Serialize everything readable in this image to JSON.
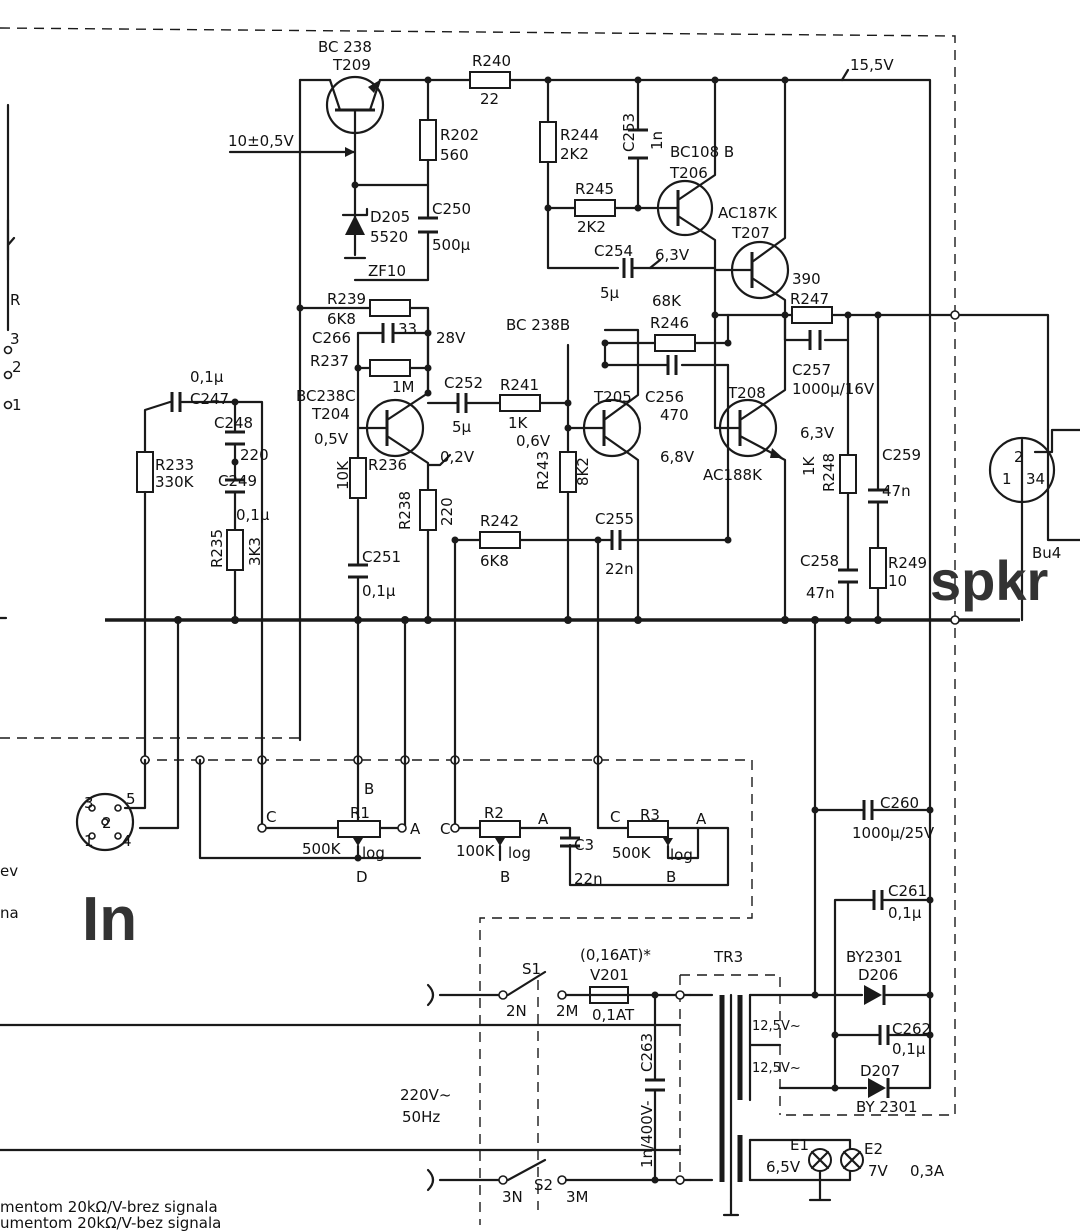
{
  "labels": {
    "t209_type": "BC 238",
    "t209": "T209",
    "r240": "R240",
    "r240_val": "22",
    "v155": "15,5V",
    "v10": "10±0,5V",
    "r202": "R202",
    "r202_val": "560",
    "r244": "R244",
    "r244_val": "2K2",
    "c253": "C253",
    "c253_val": "1n",
    "t206_type": "BC108 B",
    "t206": "T206",
    "d205": "D205",
    "d205_val": "5520",
    "zf10": "ZF10",
    "c250": "C250",
    "c250_val": "500µ",
    "r245": "R245",
    "r245_val": "2K2",
    "t207_type": "AC187K",
    "t207": "T207",
    "c254": "C254",
    "c254_val": "5µ",
    "v63a": "6,3V",
    "r247_val": "390",
    "r247": "R247",
    "r239": "R239",
    "r239_val": "6K8",
    "c266": "C266",
    "c266_val": "33",
    "v28": "28V",
    "t205_type": "BC 238B",
    "r246_val": "68K",
    "r246": "R246",
    "r237": "R237",
    "r237_val": "1M",
    "c257": "C257",
    "c257_val": "1000µ/16V",
    "t204_type": "BC238C",
    "t204": "T204",
    "c252": "C252",
    "c252_val": "5µ",
    "r241": "R241",
    "r241_val": "1K",
    "t205": "T205",
    "c256": "C256",
    "c256_val": "470",
    "t208": "T208",
    "t208_type": "AC188K",
    "v63b": "6,3V",
    "v05": "0,5V",
    "r236_val": "10K",
    "r236": "R236",
    "v02": "0,2V",
    "v06": "0,6V",
    "r243": "R243",
    "r243_val": "8K2",
    "v68": "6,8V",
    "r248_val": "1K",
    "r248": "R248",
    "c259": "C259",
    "c259_val": "47n",
    "c247": "C247",
    "c247_val": "0,1µ",
    "c248": "C248",
    "c248_val": "220",
    "r233": "R233",
    "r233_val": "330K",
    "c249": "C249",
    "c249_val": "0,1µ",
    "r235": "R235",
    "r235_val": "3K3",
    "r238": "R238",
    "r238_val": "220",
    "r242": "R242",
    "r242_val": "6K8",
    "c255": "C255",
    "c255_val": "22n",
    "c251": "C251",
    "c251_val": "0,1µ",
    "c258": "C258",
    "c258_val": "47n",
    "r249": "R249",
    "r249_val": "10",
    "bu4": "Bu4",
    "spkr": "spkr",
    "r1": "R1",
    "r1_val": "500K",
    "r1_law": "log",
    "r2": "R2",
    "r2_val": "100K",
    "r2_law": "log",
    "r3": "R3",
    "r3_val": "500K",
    "r3_law": "log",
    "c3": "C3",
    "c3_val": "22n",
    "c260": "C260",
    "c260_val": "1000µ/25V",
    "c261": "C261",
    "c261_val": "0,1µ",
    "by2301a": "BY2301",
    "d206": "D206",
    "c262": "C262",
    "c262_val": "0,1µ",
    "d207": "D207",
    "by2301b": "BY 2301",
    "in": "In",
    "s1": "S1",
    "fuse_note": "(0,16AT)*",
    "v201": "V201",
    "v201_val": "0,1AT",
    "tr3": "TR3",
    "sec1": "12,5V~",
    "sec2": "12,5V~",
    "mains_v": "220V~",
    "mains_f": "50Hz",
    "c263": "C263",
    "c263_val": "1n/400V-",
    "s2": "S2",
    "e1": "E1",
    "e1_val": "6,5V",
    "e2": "E2",
    "e2_val": "7V",
    "lamp_i": "0,3A",
    "n2n": "2N",
    "n2m": "2M",
    "n3n": "3N",
    "n3m": "3M",
    "pin_a": "A",
    "pin_b": "B",
    "pin_c": "C",
    "pin_d": "D",
    "din_3": "3",
    "din_5": "5",
    "din_2": "2",
    "din_1": "1",
    "din_4": "4",
    "spk_2": "2",
    "spk_1": "1",
    "spk_34": "34",
    "cut_r": "R",
    "cut_3": "3",
    "cut_2": "2",
    "cut_1": "1",
    "cut_v": "ev",
    "cut_na": "na",
    "foot1": "mentom 20kΩ/V-brez signala",
    "foot2": "umentom 20kΩ/V-bez signala"
  }
}
